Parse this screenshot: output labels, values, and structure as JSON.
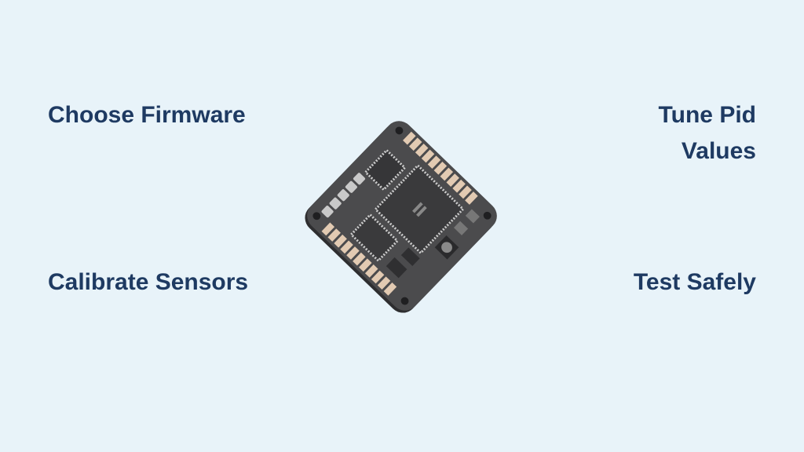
{
  "steps": {
    "top_left": "Choose Firmware",
    "top_right_line1": "Tune Pid",
    "top_right_line2": "Values",
    "bottom_left": "Calibrate Sensors",
    "bottom_right": "Test Safely"
  },
  "colors": {
    "background": "#e8f3f9",
    "text": "#1e3a62",
    "board": "#4a4a4c",
    "pads": "#e0c8b0"
  },
  "illustration": "flight-controller-board"
}
